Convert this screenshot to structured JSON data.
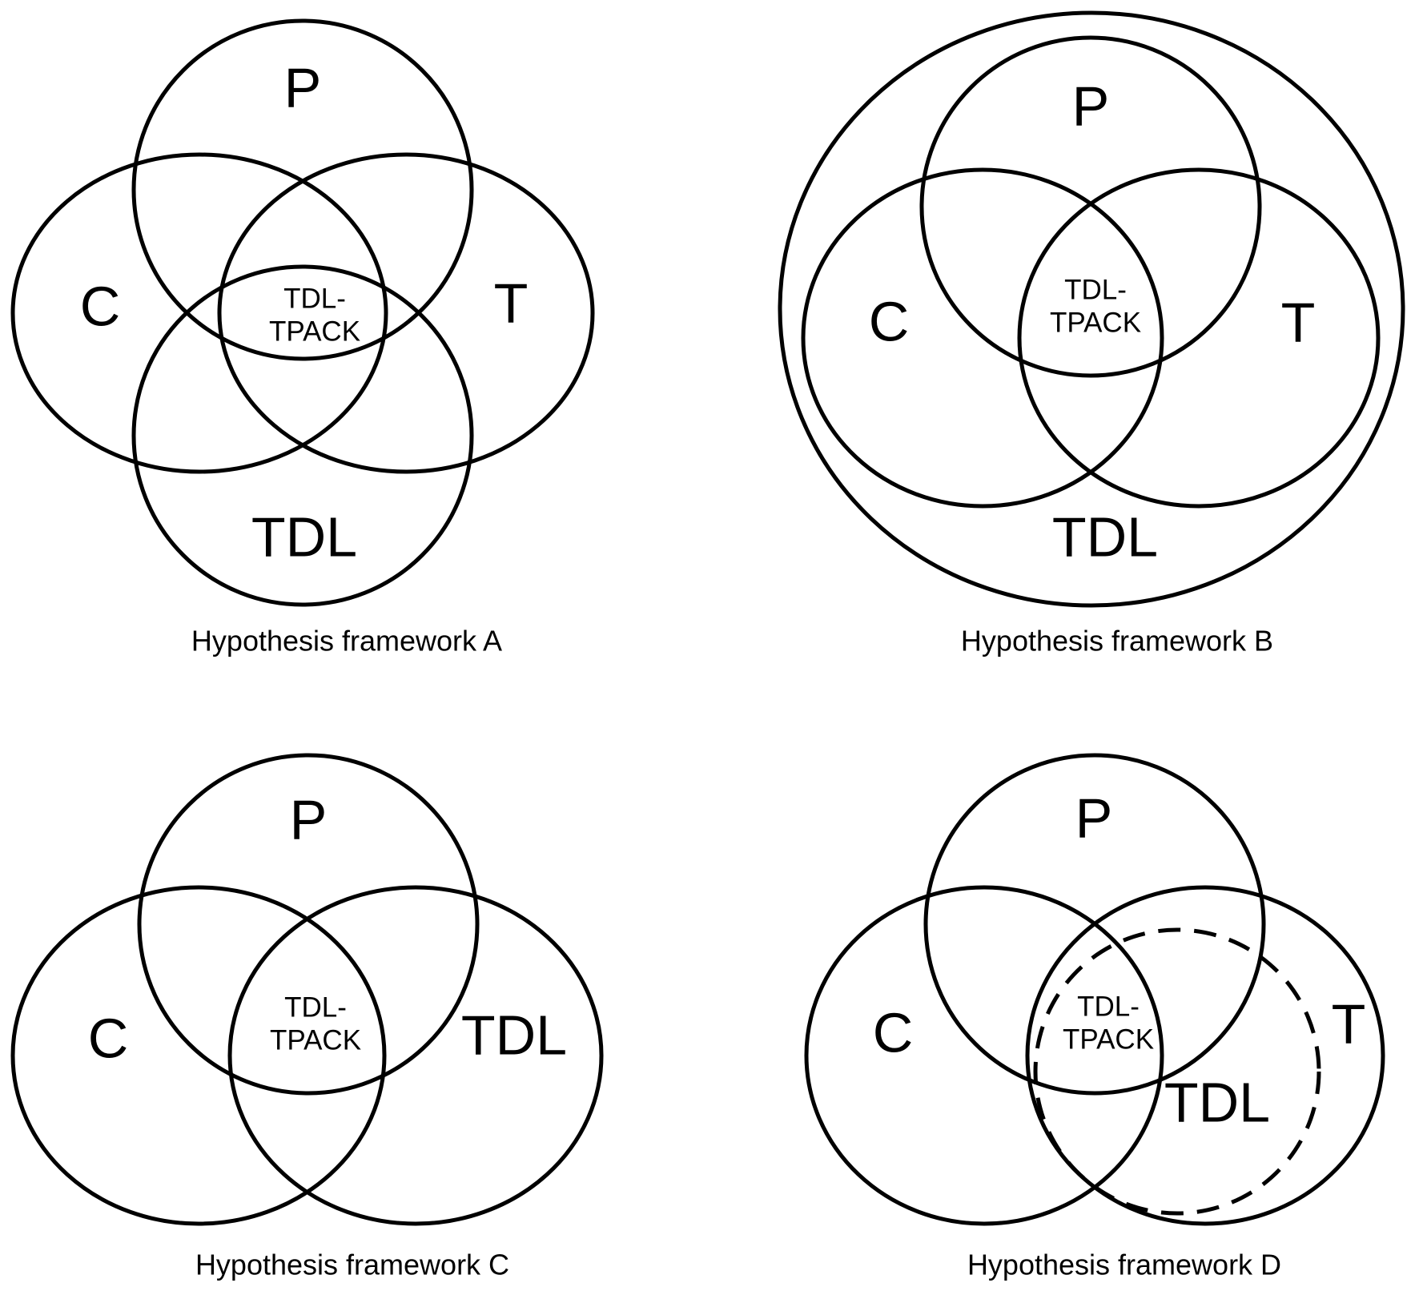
{
  "colors": {
    "background": "#ffffff",
    "stroke": "#000000"
  },
  "panels": {
    "a": {
      "caption": "Hypothesis framework A",
      "labels": {
        "p": "P",
        "c": "C",
        "t": "T",
        "tdl": "TDL",
        "center_line1": "TDL-",
        "center_line2": "TPACK"
      }
    },
    "b": {
      "caption": "Hypothesis framework B",
      "labels": {
        "p": "P",
        "c": "C",
        "t": "T",
        "tdl": "TDL",
        "center_line1": "TDL-",
        "center_line2": "TPACK"
      }
    },
    "c": {
      "caption": "Hypothesis framework C",
      "labels": {
        "p": "P",
        "c": "C",
        "tdl": "TDL",
        "center_line1": "TDL-",
        "center_line2": "TPACK"
      }
    },
    "d": {
      "caption": "Hypothesis framework D",
      "labels": {
        "p": "P",
        "c": "C",
        "t": "T",
        "tdl": "TDL",
        "center_line1": "TDL-",
        "center_line2": "TPACK"
      }
    }
  }
}
